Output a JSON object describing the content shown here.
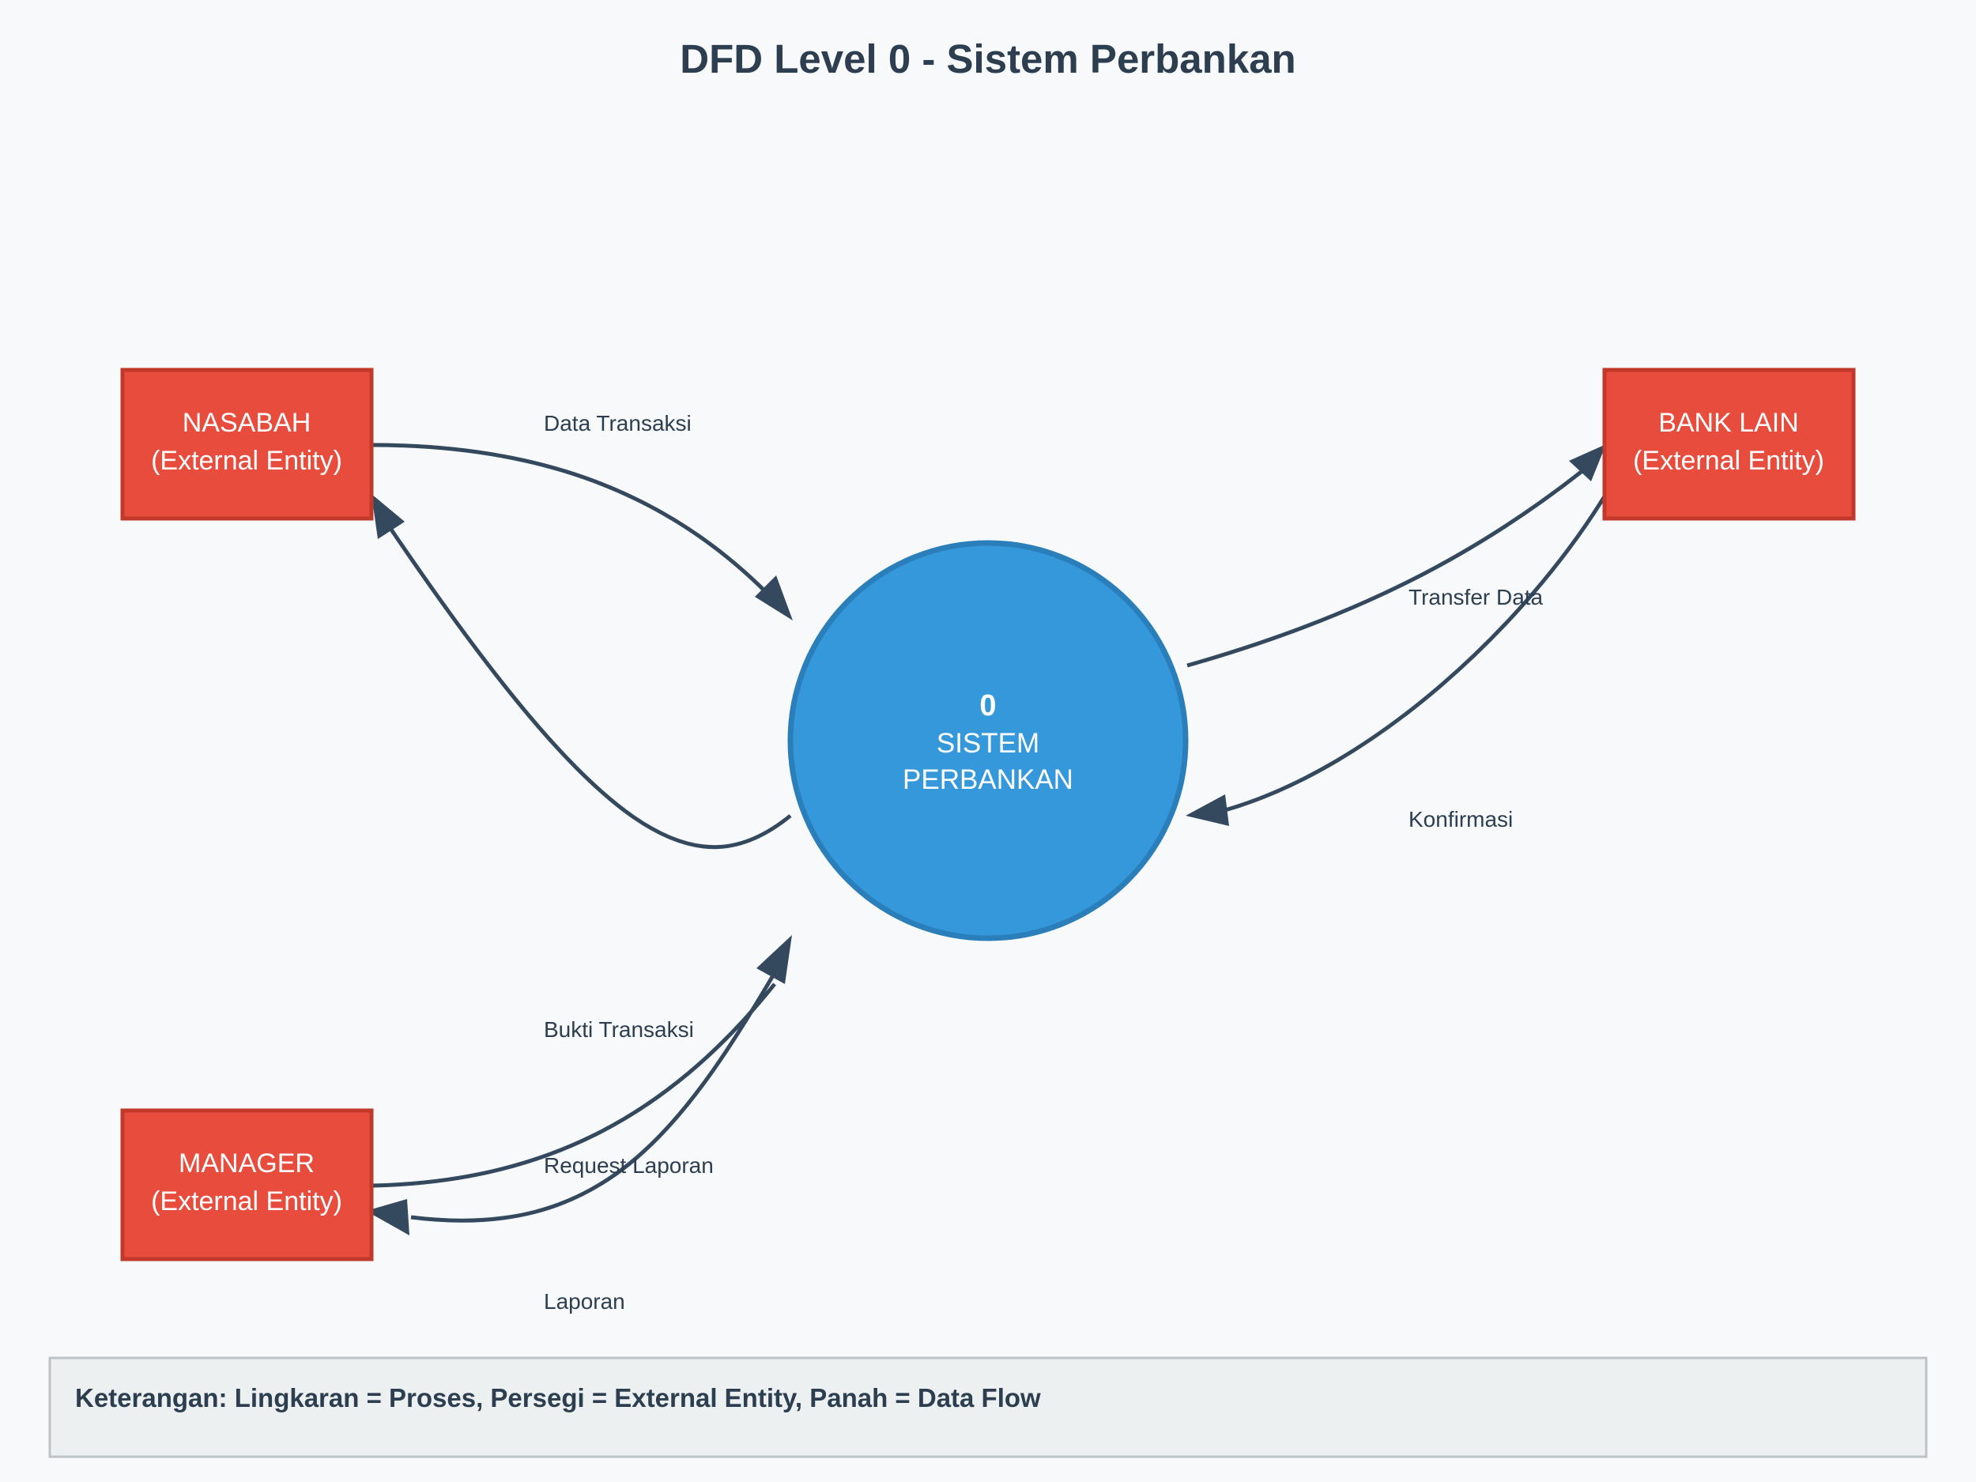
{
  "diagram": {
    "title": "DFD Level 0 - Sistem Perbankan",
    "process": {
      "number": "0",
      "line1": "SISTEM",
      "line2": "PERBANKAN"
    },
    "entities": {
      "nasabah": {
        "name": "NASABAH",
        "type": "(External Entity)"
      },
      "bank_lain": {
        "name": "BANK LAIN",
        "type": "(External Entity)"
      },
      "manager": {
        "name": "MANAGER",
        "type": "(External Entity)"
      }
    },
    "flows": {
      "data_transaksi": "Data Transaksi",
      "bukti_transaksi": "Bukti Transaksi",
      "transfer_data": "Transfer Data",
      "konfirmasi": "Konfirmasi",
      "request_laporan": "Request Laporan",
      "laporan": "Laporan"
    },
    "legend": "Keterangan: Lingkaran = Proses, Persegi = External Entity, Panah = Data Flow"
  },
  "colors": {
    "entity_fill": "#e74c3c",
    "process_fill": "#3498db",
    "flow_stroke": "#34495e",
    "title_text": "#2c3e50"
  }
}
